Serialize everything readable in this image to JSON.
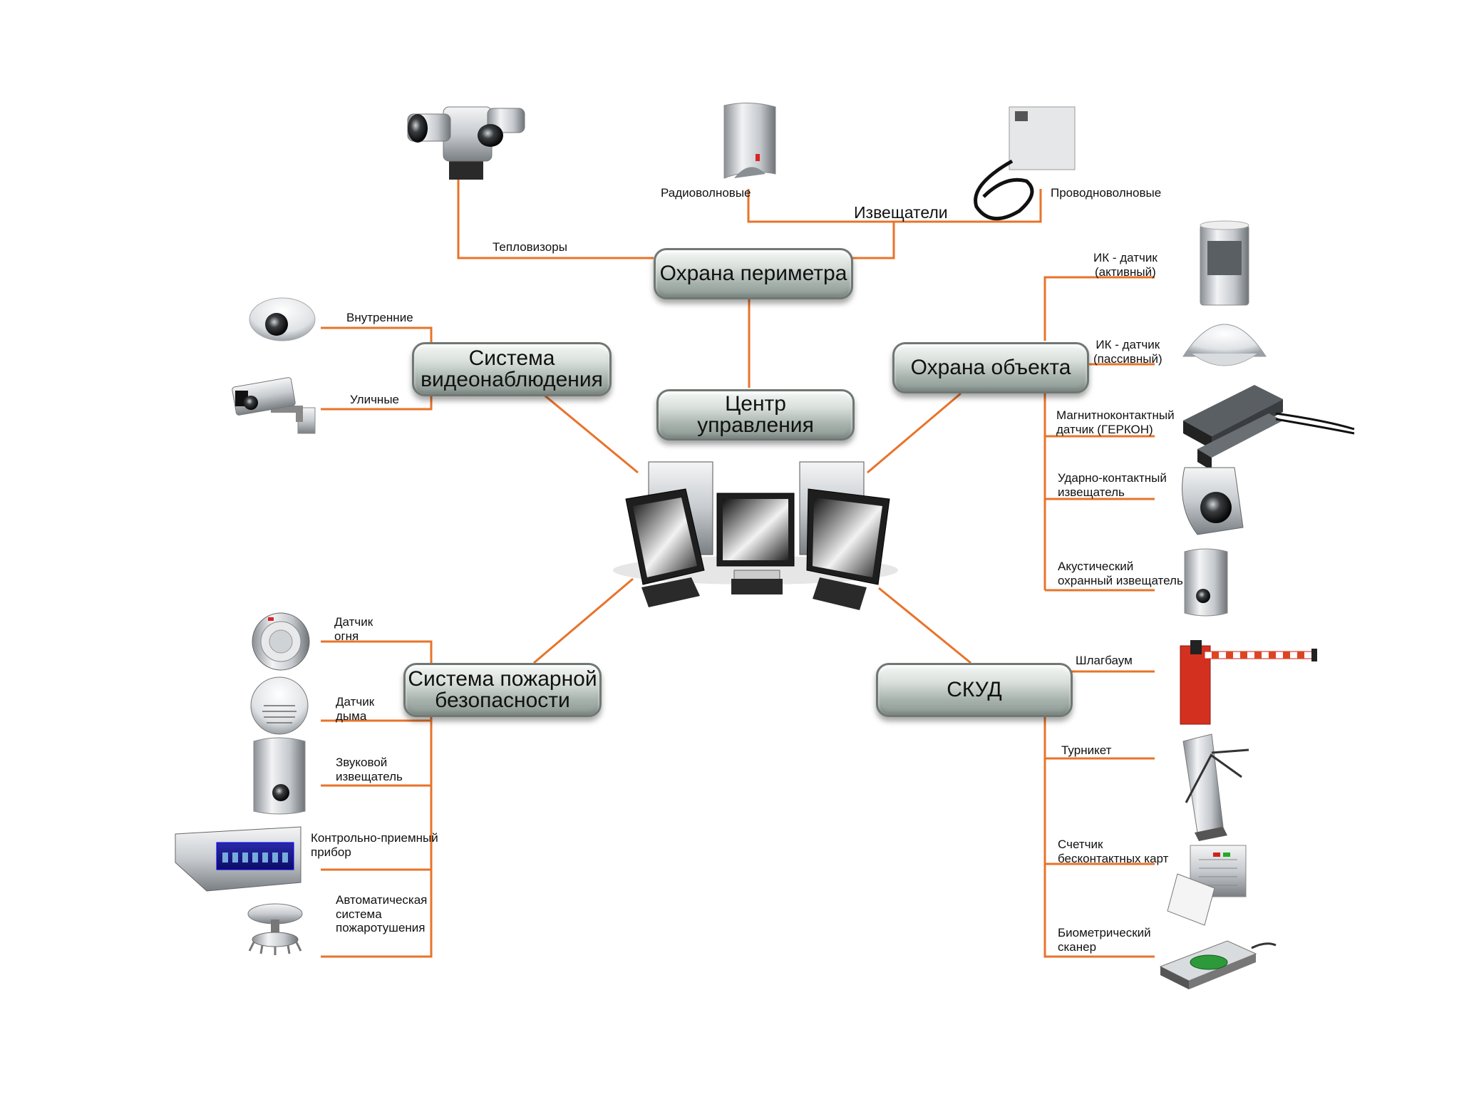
{
  "center": {
    "label": "Центр\nуправления"
  },
  "groups": {
    "perimeter": {
      "label": "Охрана периметра"
    },
    "video": {
      "label": "Система\nвидеонаблюдения"
    },
    "object": {
      "label": "Охрана объекта"
    },
    "fire": {
      "label": "Система пожарной\nбезопасности"
    },
    "skud": {
      "label": "СКУД"
    }
  },
  "labels": {
    "thermal": "Тепловизоры",
    "detectors": "Извещатели",
    "radiowave": "Радиоволновые",
    "wirewave": "Проводноволновые",
    "indoor": "Внутренние",
    "outdoor": "Уличные",
    "ir_active": "ИК - датчик\n(активный)",
    "ir_passive": "ИК - датчик\n(пассивный)",
    "magnetic": "Магнитноконтактный\nдатчик (ГЕРКОН)",
    "shock": "Ударно-контактный\nизвещатель",
    "acoustic": "Акустический\nохранный извещатель",
    "fire_sensor": "Датчик\nогня",
    "smoke_sensor": "Датчик\nдыма",
    "sound_alarm": "Звуковой\nизвещатель",
    "control_panel": "Контрольно-приемный\nприбор",
    "extinguish": "Автоматическая\nсистема\nпожаротушения",
    "barrier": "Шлагбаум",
    "turnstile": "Турникет",
    "card_reader": "Счетчик\nбесконтактных карт",
    "biometric": "Биометрический\nсканер"
  },
  "colors": {
    "connector": "#e8732a",
    "node_border": "#6f7873"
  }
}
